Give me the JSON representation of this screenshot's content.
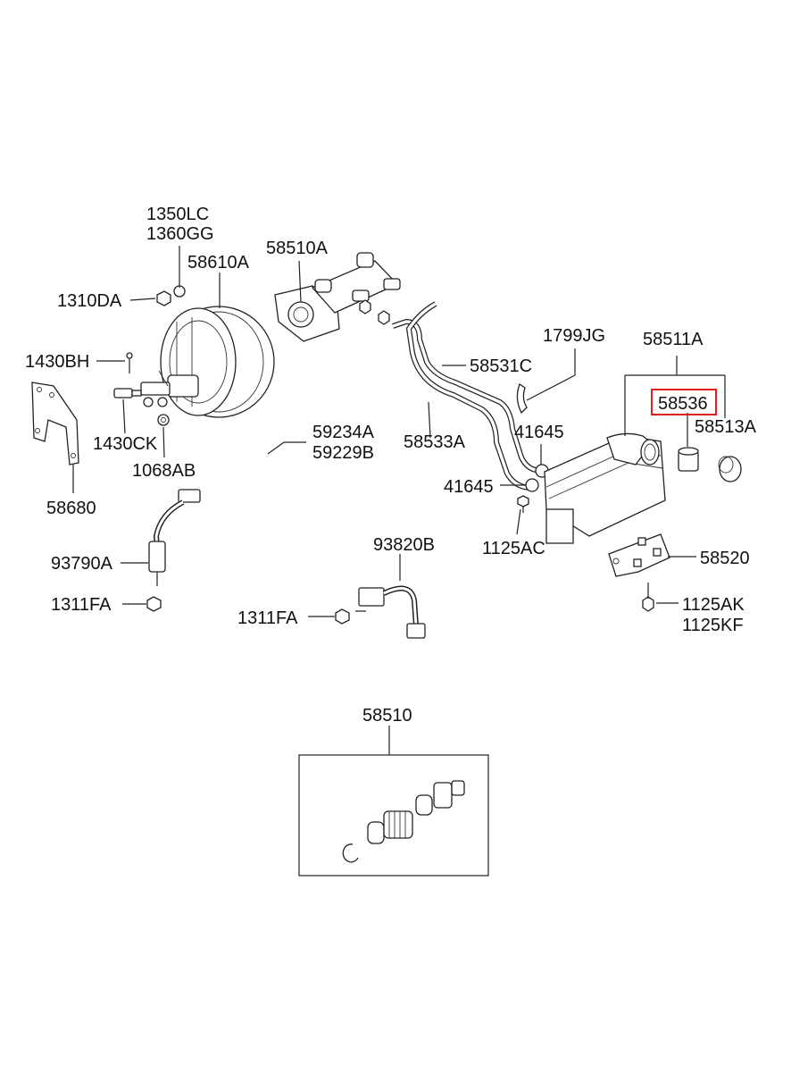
{
  "colors": {
    "line": "#222222",
    "highlight": "#e02020",
    "background": "#ffffff"
  },
  "labels": {
    "p1350LC": "1350LC",
    "p1360GG": "1360GG",
    "p58610A": "58610A",
    "p1310DA": "1310DA",
    "p58510A": "58510A",
    "p1430BH": "1430BH",
    "p1430CK": "1430CK",
    "p1068AB": "1068AB",
    "p58680": "58680",
    "p59234A": "59234A",
    "p59229B": "59229B",
    "p58531C": "58531C",
    "p58533A": "58533A",
    "p1799JG": "1799JG",
    "p58511A": "58511A",
    "p58536": "58536",
    "p58513A": "58513A",
    "p41645a": "41645",
    "p41645b": "41645",
    "p1125AC": "1125AC",
    "p58520": "58520",
    "p1125AK": "1125AK",
    "p1125KF": "1125KF",
    "p93790A": "93790A",
    "p1311FAa": "1311FA",
    "p93820B": "93820B",
    "p1311FAb": "1311FA",
    "p58510": "58510"
  }
}
